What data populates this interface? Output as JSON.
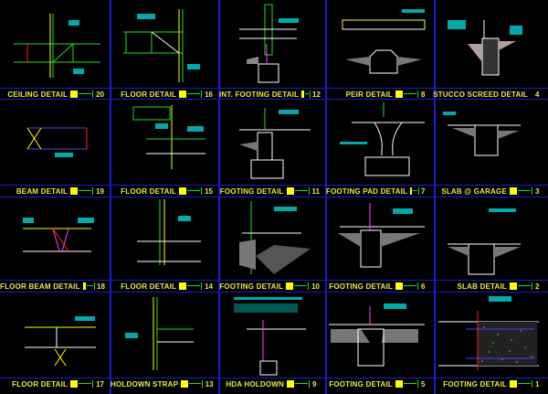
{
  "drawing": {
    "background": "#000000",
    "grid_color": "#1a1ad0",
    "title_color": "#e8e84a",
    "colors": {
      "line_white": "#ffffff",
      "line_green": "#22dd22",
      "line_red": "#ff2020",
      "line_yellow": "#ffff00",
      "text_cyan": "#00ffff",
      "line_magenta": "#ff40ff"
    },
    "rows": [
      {
        "cells": [
          {
            "title": "CEILING DETAIL",
            "number": "20"
          },
          {
            "title": "FLOOR DETAIL",
            "number": "16"
          },
          {
            "title": "INT. FOOTING DETAIL",
            "number": "12"
          },
          {
            "title": "PEIR DETAIL",
            "number": "8"
          },
          {
            "title": "STUCCO SCREED DETAIL",
            "number": "4"
          }
        ]
      },
      {
        "cells": [
          {
            "title": "BEAM DETAIL",
            "number": "19"
          },
          {
            "title": "FLOOR DETAIL",
            "number": "15"
          },
          {
            "title": "FOOTING DETAIL",
            "number": "11"
          },
          {
            "title": "FOOTING PAD DETAIL",
            "number": "7"
          },
          {
            "title": "SLAB @ GARAGE",
            "number": "3"
          }
        ]
      },
      {
        "cells": [
          {
            "title": "FLOOR BEAM DETAIL",
            "number": "18"
          },
          {
            "title": "FLOOR DETAIL",
            "number": "14"
          },
          {
            "title": "FOOTING DETAIL",
            "number": "10"
          },
          {
            "title": "FOOTING DETAIL",
            "number": "6"
          },
          {
            "title": "SLAB DETAIL",
            "number": "2"
          }
        ]
      },
      {
        "cells": [
          {
            "title": "FLOOR DETAIL",
            "number": "17"
          },
          {
            "title": "HOLDOWN STRAP",
            "number": "13"
          },
          {
            "title": "HDA HOLDOWN",
            "number": "9"
          },
          {
            "title": "FOOTING DETAIL",
            "number": "5"
          },
          {
            "title": "FOOTING DETAIL",
            "number": "1"
          }
        ]
      }
    ]
  }
}
